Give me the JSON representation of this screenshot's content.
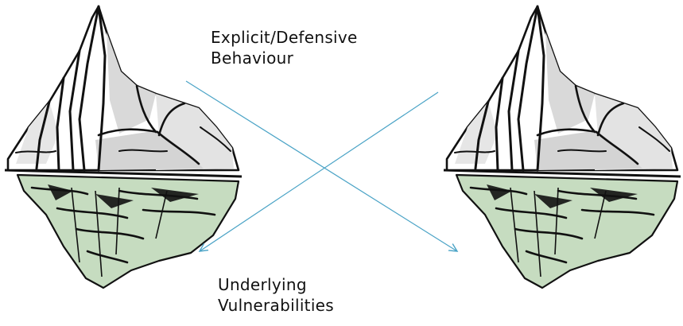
{
  "labels": {
    "top": [
      "Explicit/Defensive",
      "Behaviour"
    ],
    "bottom": [
      "Underlying",
      "Vulnerabilities"
    ]
  },
  "icons": [
    "iceberg-icon",
    "iceberg-icon"
  ],
  "colors": {
    "arrow": "#4aa3c6",
    "water": "#c6dcc0",
    "ice_shade": "#d9d9d9",
    "outline": "#111111"
  }
}
